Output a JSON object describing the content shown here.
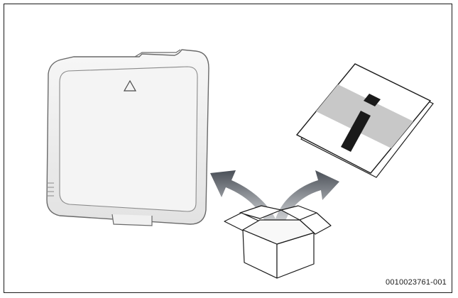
{
  "figure": {
    "id_label": "0010023761-001"
  },
  "items": [
    {
      "name": "thermostat-device",
      "icon": "device-with-triangle-symbol"
    },
    {
      "name": "information-leaflet",
      "icon": "info-i-symbol"
    },
    {
      "name": "shipping-box",
      "icon": "open-cardboard-box"
    }
  ],
  "colors": {
    "frame": "#1a1a1a",
    "device_body": "#eeeeee",
    "arrow_gradient_start": "#e6e6e6",
    "arrow_gradient_end": "#4a4f57",
    "leaflet_band": "#c8c8c8"
  }
}
